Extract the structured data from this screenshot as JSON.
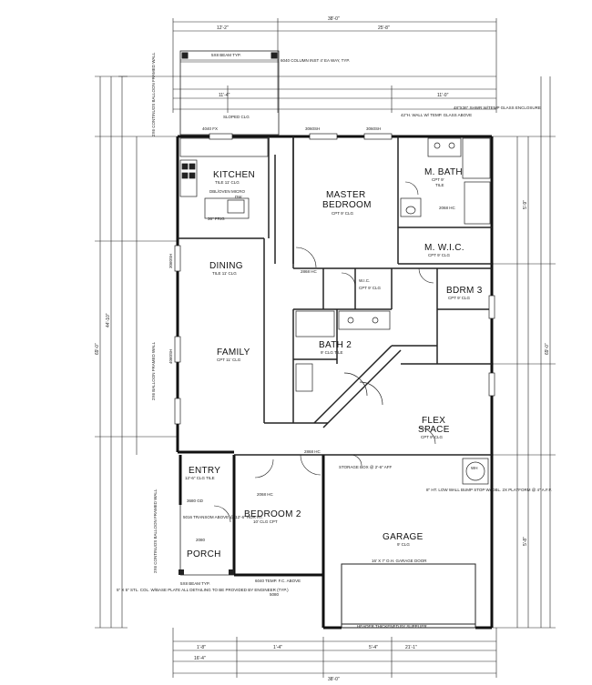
{
  "rooms": {
    "kitchen": {
      "name": "KITCHEN",
      "ceiling": "TILE 11' CLG"
    },
    "dining": {
      "name": "DINING",
      "ceiling": "TILE 11' CLG"
    },
    "family": {
      "name": "FAMILY",
      "ceiling": "CPT 11' CLG"
    },
    "master_bedroom": {
      "name1": "MASTER",
      "name2": "BEDROOM",
      "ceiling": "CPT 9' CLG"
    },
    "master_bath": {
      "name": "M. BATH",
      "ceiling1": "CPT 9'",
      "ceiling2": "TILE"
    },
    "master_wic": {
      "name": "M. W.I.C.",
      "ceiling": "CPT 9' CLG"
    },
    "wic": {
      "name": "W.I.C.",
      "ceiling": "CPT 9' CLG"
    },
    "bdrm3": {
      "name": "BDRM 3",
      "ceiling": "CPT 9' CLG"
    },
    "bath2": {
      "name": "BATH 2",
      "ceiling": "9' CLG TILE"
    },
    "flex": {
      "name1": "FLEX",
      "name2": "SPACE",
      "ceiling": "CPT 9' CLG"
    },
    "entry": {
      "name": "ENTRY",
      "ceiling": "12'-6\" CLG TILE"
    },
    "bedroom2": {
      "name": "BEDROOM 2",
      "ceiling": "10' CLG CPT"
    },
    "garage": {
      "name": "GARAGE",
      "ceiling": "9' CLG"
    },
    "porch": {
      "name": "PORCH"
    }
  },
  "dims": {
    "overall_width": "38'-0\"",
    "top_left": "12'-2\"",
    "top_right": "25'-8\"",
    "mid_top_left": "11'-4\"",
    "mid_top_right": "11'-0\"",
    "garage_width": "21'-1\"",
    "entry_width": "16'-4\"",
    "bottom_right": "5'-4\"",
    "overall_depth": "69'-0\"",
    "left_front": "44'-10\"",
    "right_side_a": "5'-9\"",
    "right_side_b": "5'-8\"",
    "bottom_a": "1'-8\"",
    "bottom_b": "1'-4\""
  },
  "notes": {
    "sloped_clg": "SLOPED CLG",
    "porch_column": "6040 COLUMN  INST 4' EA  WAY, TYP.",
    "beam_top": "5X8 BEAM TYP.",
    "glass_wall": "42\"H. WALL W/ TEMP. GLASS ABOVE",
    "shower": "48\"X36\" SHWR W/TEMP GLASS ENCLOSURE",
    "balloon_top": "2X6 CONTINUOS BALLOON FRAMED WALL",
    "balloon_mid": "2X6 BALLOON FRAMED WALL",
    "balloon_bot": "2X6 CONTINUOS BALLOON FRAMED WALL",
    "transom": "5016 TRANSOM ABOVE @ 12'-6\" HDR HT.",
    "column_note": "5\" X 5\" STL. COL. W/BASE PLATE ALL DETAILING TO BE PROVIDED BY ENGINEER (TYP.)",
    "beam_bot": "5X8 BEAM TYP.",
    "temp_fc": "6040 TEMP. F.C. ABOVE",
    "garage_door": "16' X 7' O.H. GARAGE DOOR",
    "garage_header": "HEADER THICKENED BY SUPPLIER",
    "wall_bump": "8\" HT. LOW WALL BUMP STOP W/ DBL. 2X PLATFORM @ 4'' A.F.F.",
    "storage": "STORAGE BOX @ 2'-6\" AFF",
    "oven": "DBL/OVEN MICRO",
    "dw": "DW",
    "fridge": "36\" FRIG",
    "wh": "WH"
  },
  "doors": {
    "d_front": "3680 GD",
    "d_entry_side": "2068 HC",
    "d_dining": "2868 HC",
    "d_wic": "2068 HC",
    "d_garage": "2868 HC",
    "d_porch": "2080",
    "d_bed2": "5080",
    "w_mb_1": "3060SH",
    "w_mb_2": "3060SH",
    "w_kitchen": "4040 FX",
    "w_left": "3060SH",
    "w_left2": "4060SH"
  }
}
